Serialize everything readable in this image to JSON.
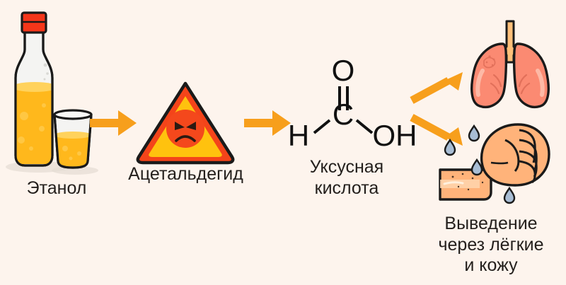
{
  "diagram": {
    "title": "Alcohol metabolism pathway",
    "background_color": "#fdf4ed",
    "text_color": "#231f1c",
    "arrow_color": "#f79f1c"
  },
  "stages": {
    "ethanol": {
      "label": "Этанол",
      "icon": "bottle-and-glass-icon",
      "colors": {
        "cap": "#f4361a",
        "liquid": "#ffb81c",
        "liquid_light": "#ffcf52",
        "glass": "#f3f3f1",
        "outline": "#1a1a1a"
      }
    },
    "acetaldehyde": {
      "label": "Ацетальдегид",
      "icon": "warning-triangle-angry-face-icon",
      "colors": {
        "triangle_border": "#f4441a",
        "triangle_fill": "#ffc20e",
        "face": "#f4481c",
        "outline": "#1a1a1a"
      }
    },
    "acetic_acid": {
      "label": "Уксусная\nкислота",
      "icon": "chemical-structure-icon",
      "formula": {
        "atoms": [
          "O",
          "C",
          "H",
          "OH"
        ],
        "bond_double": "C=O",
        "bond_left": "H—C",
        "bond_right": "C—OH"
      }
    },
    "outcome": {
      "label": "Выведение\nчерез лёгкие\nи кожу",
      "lungs": {
        "icon": "lungs-icon",
        "colors": {
          "lung_fill": "#fb8a72",
          "lung_light": "#fda593",
          "trachea": "#ffc07a",
          "outline": "#1a1a1a"
        }
      },
      "skin": {
        "icon": "fist-forearm-sweat-icon",
        "colors": {
          "skin": "#ffb37a",
          "skin_light": "#ffd3ab",
          "droplet": "#a8bdd4",
          "outline": "#1a1a1a"
        }
      }
    }
  },
  "arrows": {
    "ethanol_to_acetaldehyde": "arrow-right-icon",
    "acetaldehyde_to_acid": "arrow-right-icon",
    "acid_to_lungs": "arrow-up-right-icon",
    "acid_to_skin": "arrow-down-right-icon"
  }
}
